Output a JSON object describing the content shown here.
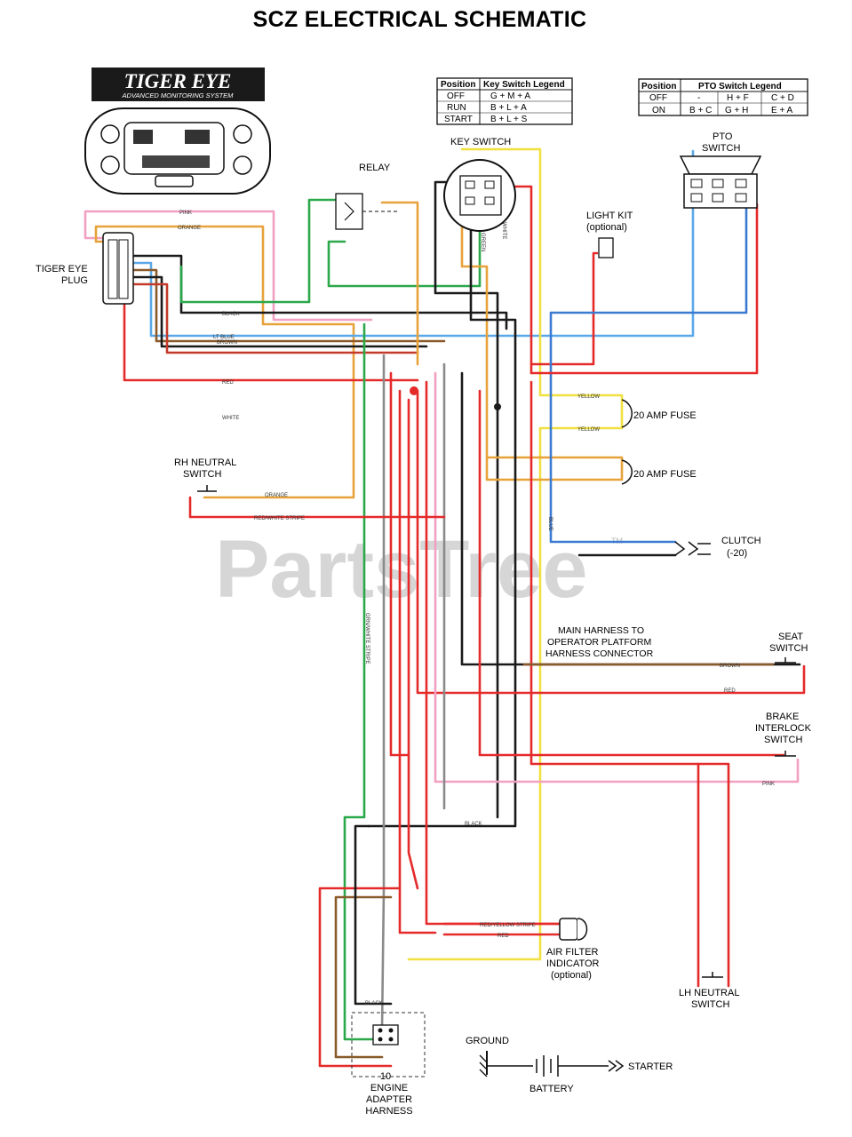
{
  "title": "SCZ ELECTRICAL SCHEMATIC",
  "watermark": "PartsTree",
  "watermark_tm": "TM",
  "logo": {
    "name": "TIGER EYE",
    "tagline": "ADVANCED MONITORING SYSTEM"
  },
  "key_switch_legend": {
    "headers": [
      "Position",
      "Key Switch Legend"
    ],
    "rows": [
      [
        "OFF",
        "G + M + A"
      ],
      [
        "RUN",
        "B + L + A"
      ],
      [
        "START",
        "B + L + S"
      ]
    ]
  },
  "pto_switch_legend": {
    "headers": [
      "Position",
      "PTO Switch Legend"
    ],
    "rows": [
      [
        "OFF",
        "-",
        "H + F",
        "C + D"
      ],
      [
        "ON",
        "B + C",
        "G + H",
        "E + A"
      ]
    ]
  },
  "labels": {
    "tiger_eye_plug": [
      "TIGER EYE",
      "PLUG"
    ],
    "relay": "RELAY",
    "key_switch": "KEY SWITCH",
    "pto_switch": [
      "PTO",
      "SWITCH"
    ],
    "light_kit": [
      "LIGHT KIT",
      "(optional)"
    ],
    "fuse_1": "20 AMP FUSE",
    "fuse_2": "20 AMP FUSE",
    "rh_neutral_switch": [
      "RH NEUTRAL",
      "SWITCH"
    ],
    "clutch": [
      "CLUTCH",
      "(-20)"
    ],
    "main_harness": [
      "MAIN HARNESS TO",
      "OPERATOR PLATFORM",
      "HARNESS CONNECTOR"
    ],
    "seat_switch": [
      "SEAT",
      "SWITCH"
    ],
    "brake_switch": [
      "BRAKE",
      "INTERLOCK",
      "SWITCH"
    ],
    "air_filter": [
      "AIR FILTER",
      "INDICATOR",
      "(optional)"
    ],
    "lh_neutral_switch": [
      "LH NEUTRAL",
      "SWITCH"
    ],
    "ground": "GROUND",
    "starter": "STARTER",
    "battery": "BATTERY",
    "engine_adapter": [
      "10",
      "ENGINE",
      "ADAPTER",
      "HARNESS"
    ]
  },
  "wire_labels": {
    "pink": "PINK",
    "orange": "ORANGE",
    "black": "BLACK",
    "yellow": "YELLOW",
    "brown": "BROWN",
    "lt_blue": "LT BLUE",
    "blue": "BLUE",
    "red": "RED",
    "white": "WHITE",
    "green": "GREEN",
    "green_white": "GRN/WHITE STRIPE",
    "red_white": "RED/WHITE STRIPE",
    "red_yellow": "RED/YELLOW STRIPE"
  },
  "colors": {
    "red": "#e52a2a",
    "black": "#1a1a1a",
    "green": "#2aa84a",
    "orange": "#e8a23a",
    "pink": "#f2a0c2",
    "yellow": "#f0e040",
    "brown": "#8a5a2a",
    "blue": "#3a7ad0",
    "ltblue": "#5aa8e8",
    "darkred": "#c43a2a",
    "grey": "#8a8a8a"
  }
}
